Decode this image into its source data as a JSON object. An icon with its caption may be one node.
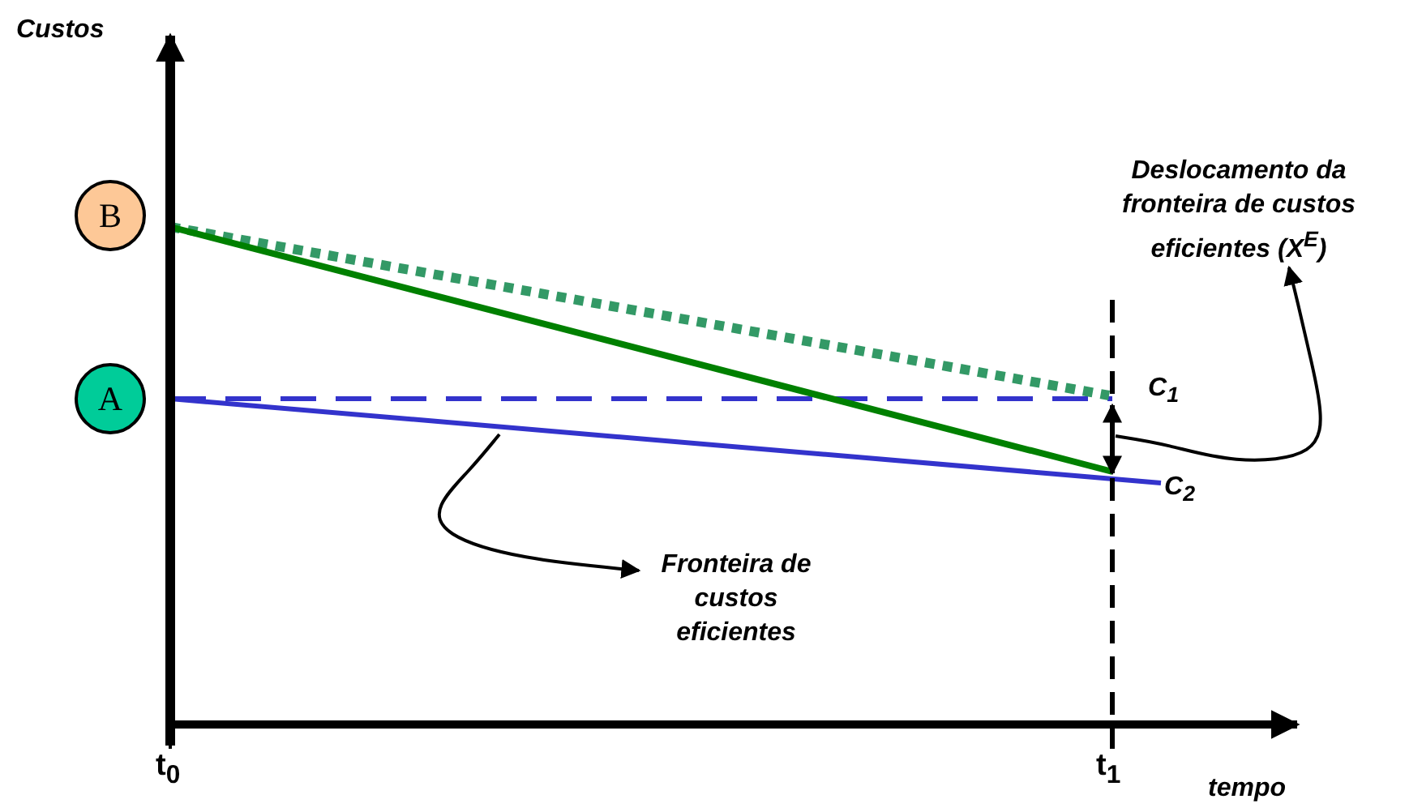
{
  "diagram": {
    "nodes": [
      {
        "text": [
          "B"
        ]
      },
      {
        "text": [
          "A"
        ]
      },
      {
        "text": [
          "Fronteira de custos eficientes"
        ]
      },
      {
        "text": [
          "Deslocamento da fronteira de custos eficientes (X$^{E}$)"
        ]
      }
    ],
    "edges": [
      {
        "from": null,
        "to": 2,
        "arrow": "to"
      },
      {
        "from": null,
        "to": 3,
        "arrow": "to"
      }
    ],
    "labels": [
      "Custos",
      "C$_{1}$",
      "C$_{2}$",
      "t$_{0}$",
      "t$_{1}$",
      "tempo"
    ]
  }
}
